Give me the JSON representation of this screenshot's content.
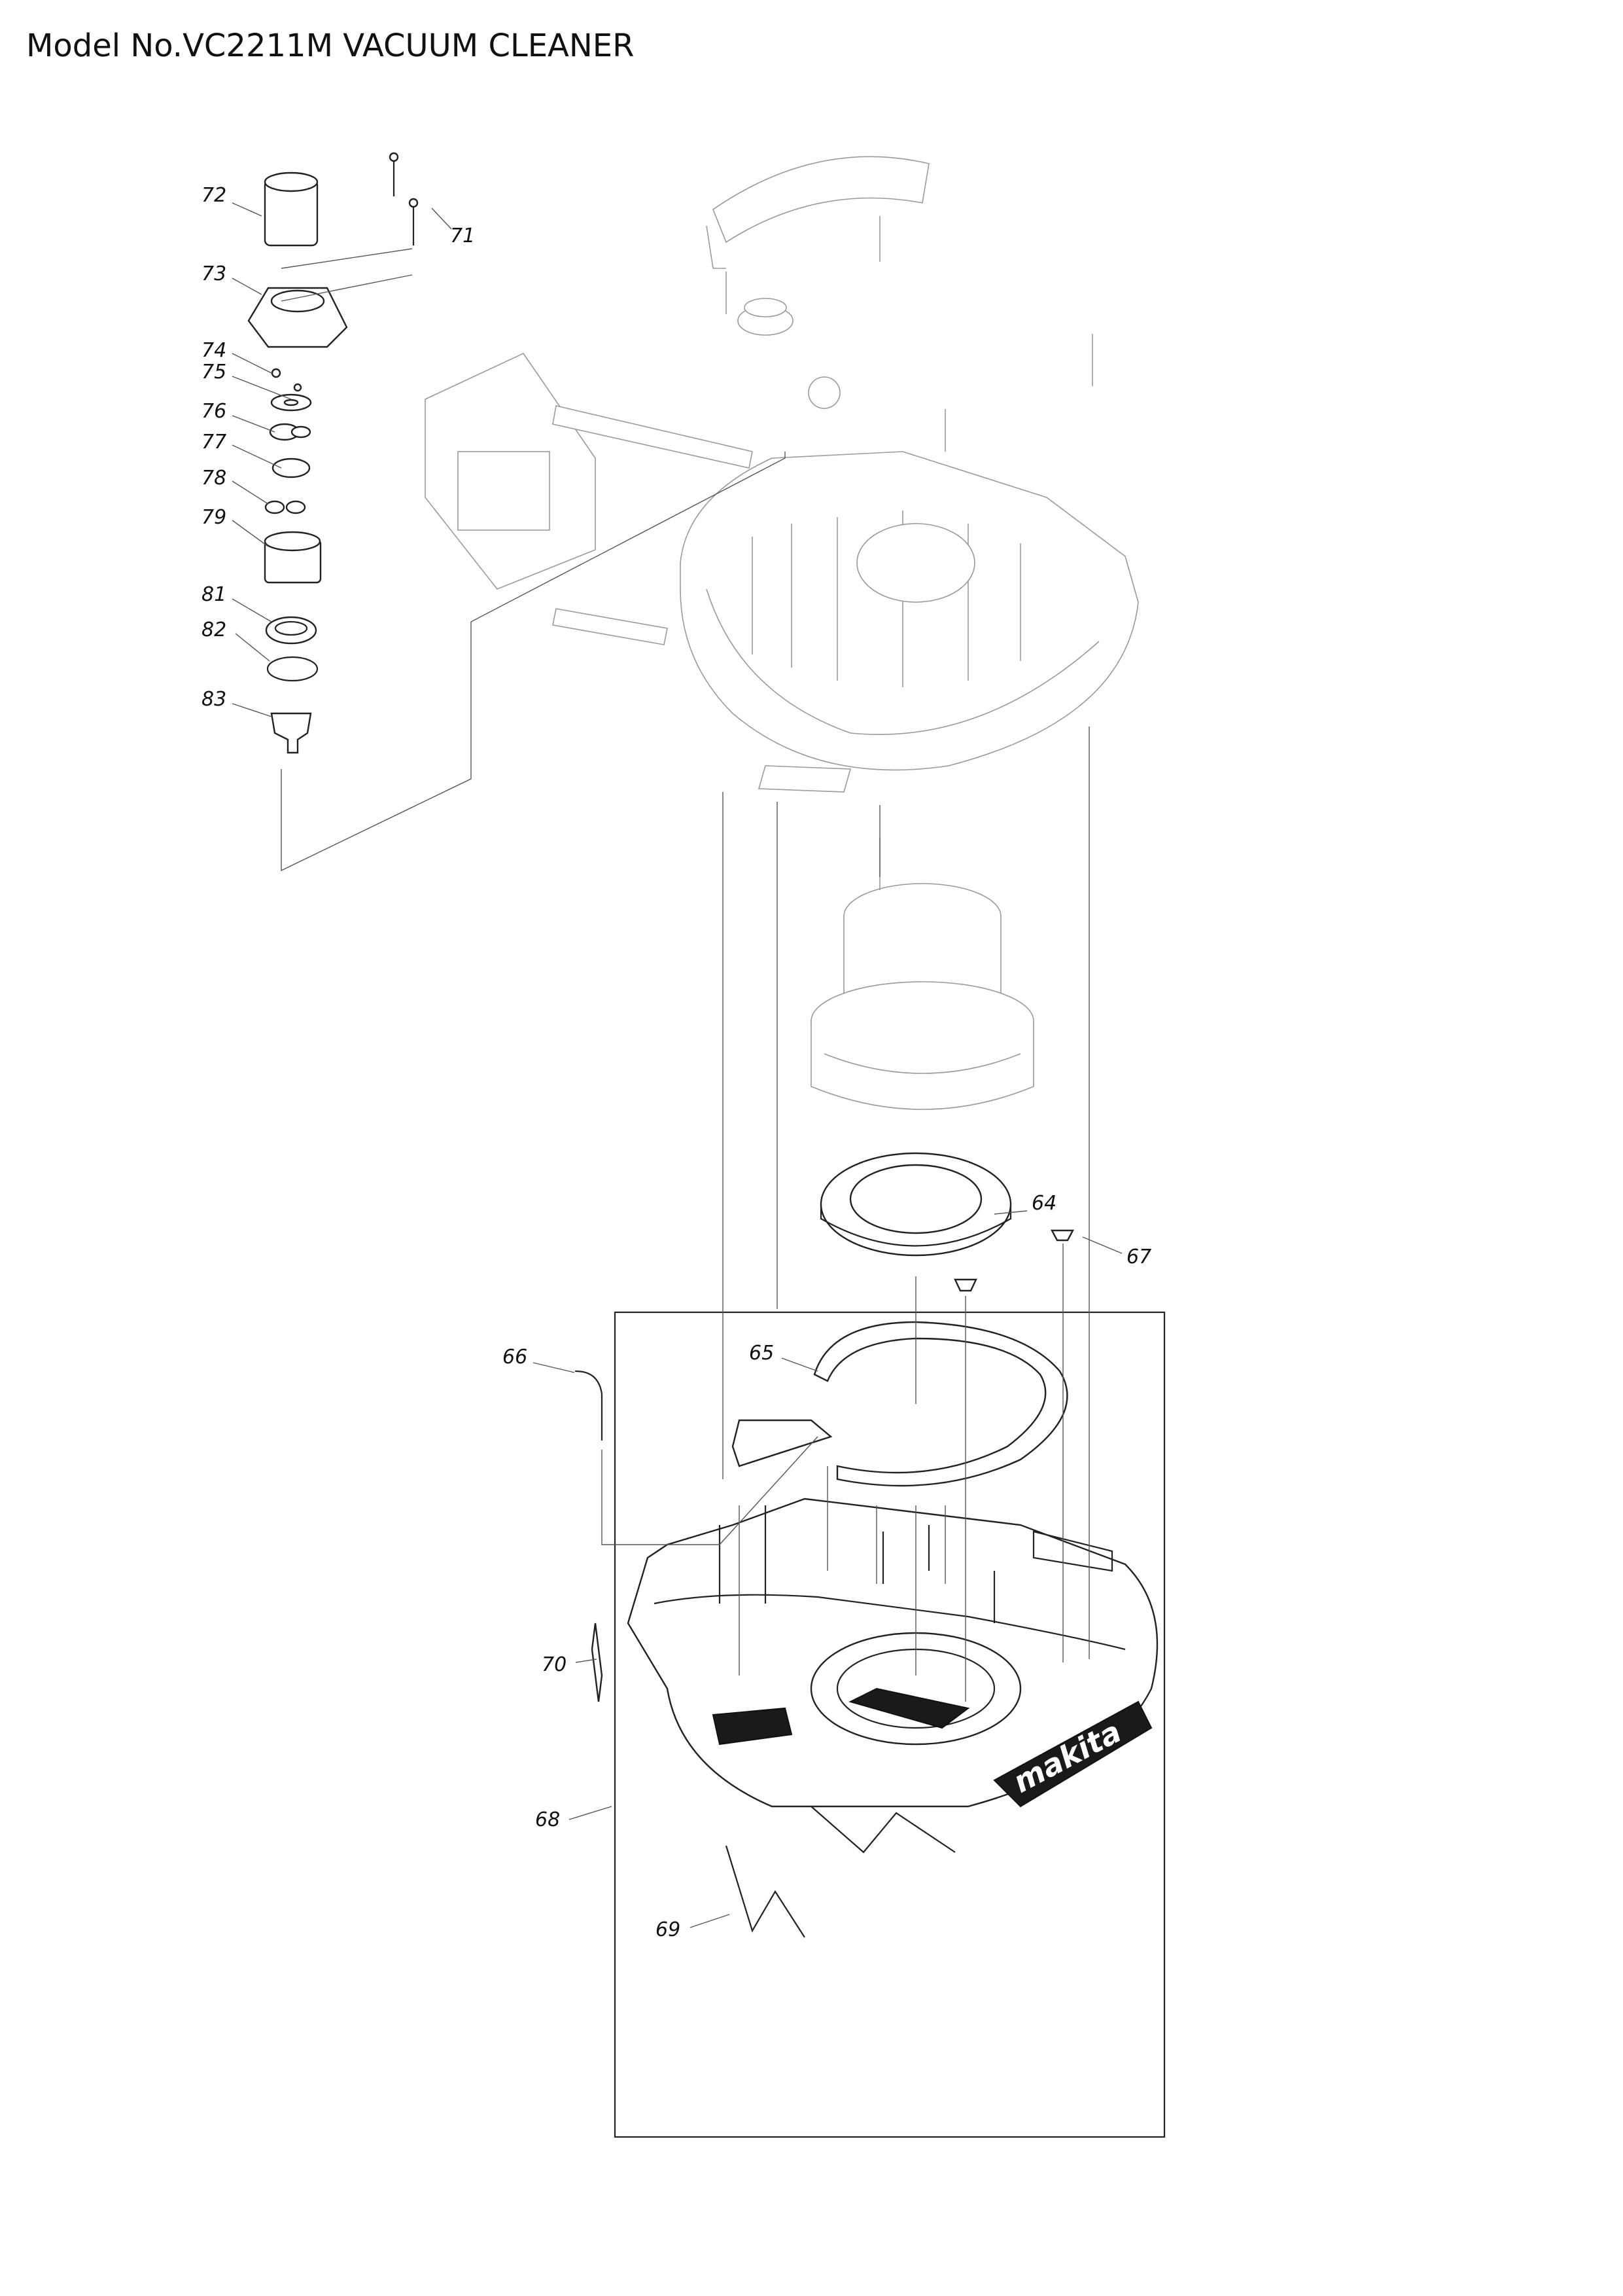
{
  "page": {
    "title": "Model No.VC2211M VACUUM CLEANER"
  },
  "callouts": {
    "p64": "64",
    "p65": "65",
    "p66": "66",
    "p67": "67",
    "p68": "68",
    "p69": "69",
    "p70": "70",
    "p71": "71",
    "p72": "72",
    "p73": "73",
    "p74": "74",
    "p75": "75",
    "p76": "76",
    "p77": "77",
    "p78": "78",
    "p79": "79",
    "p81": "81",
    "p82": "82",
    "p83": "83"
  },
  "brand": {
    "logo_text": "makita"
  }
}
